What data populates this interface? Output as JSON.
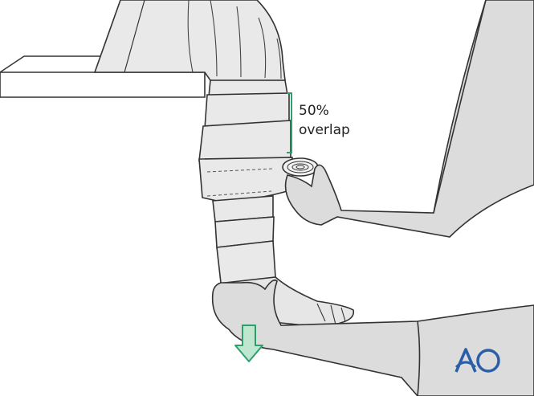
{
  "annotation": {
    "value": "50%",
    "word": "overlap"
  },
  "logo": {
    "text": "AO",
    "color": "#2a5fa8"
  },
  "colors": {
    "bandage": "#e9e9e9",
    "skin": "#d8d8d8",
    "outline": "#333333",
    "accent": "#2e9e6b",
    "arrow_fill": "#bfe6cf"
  },
  "arrow": {
    "direction": "down",
    "icon": "arrow-down-icon"
  }
}
